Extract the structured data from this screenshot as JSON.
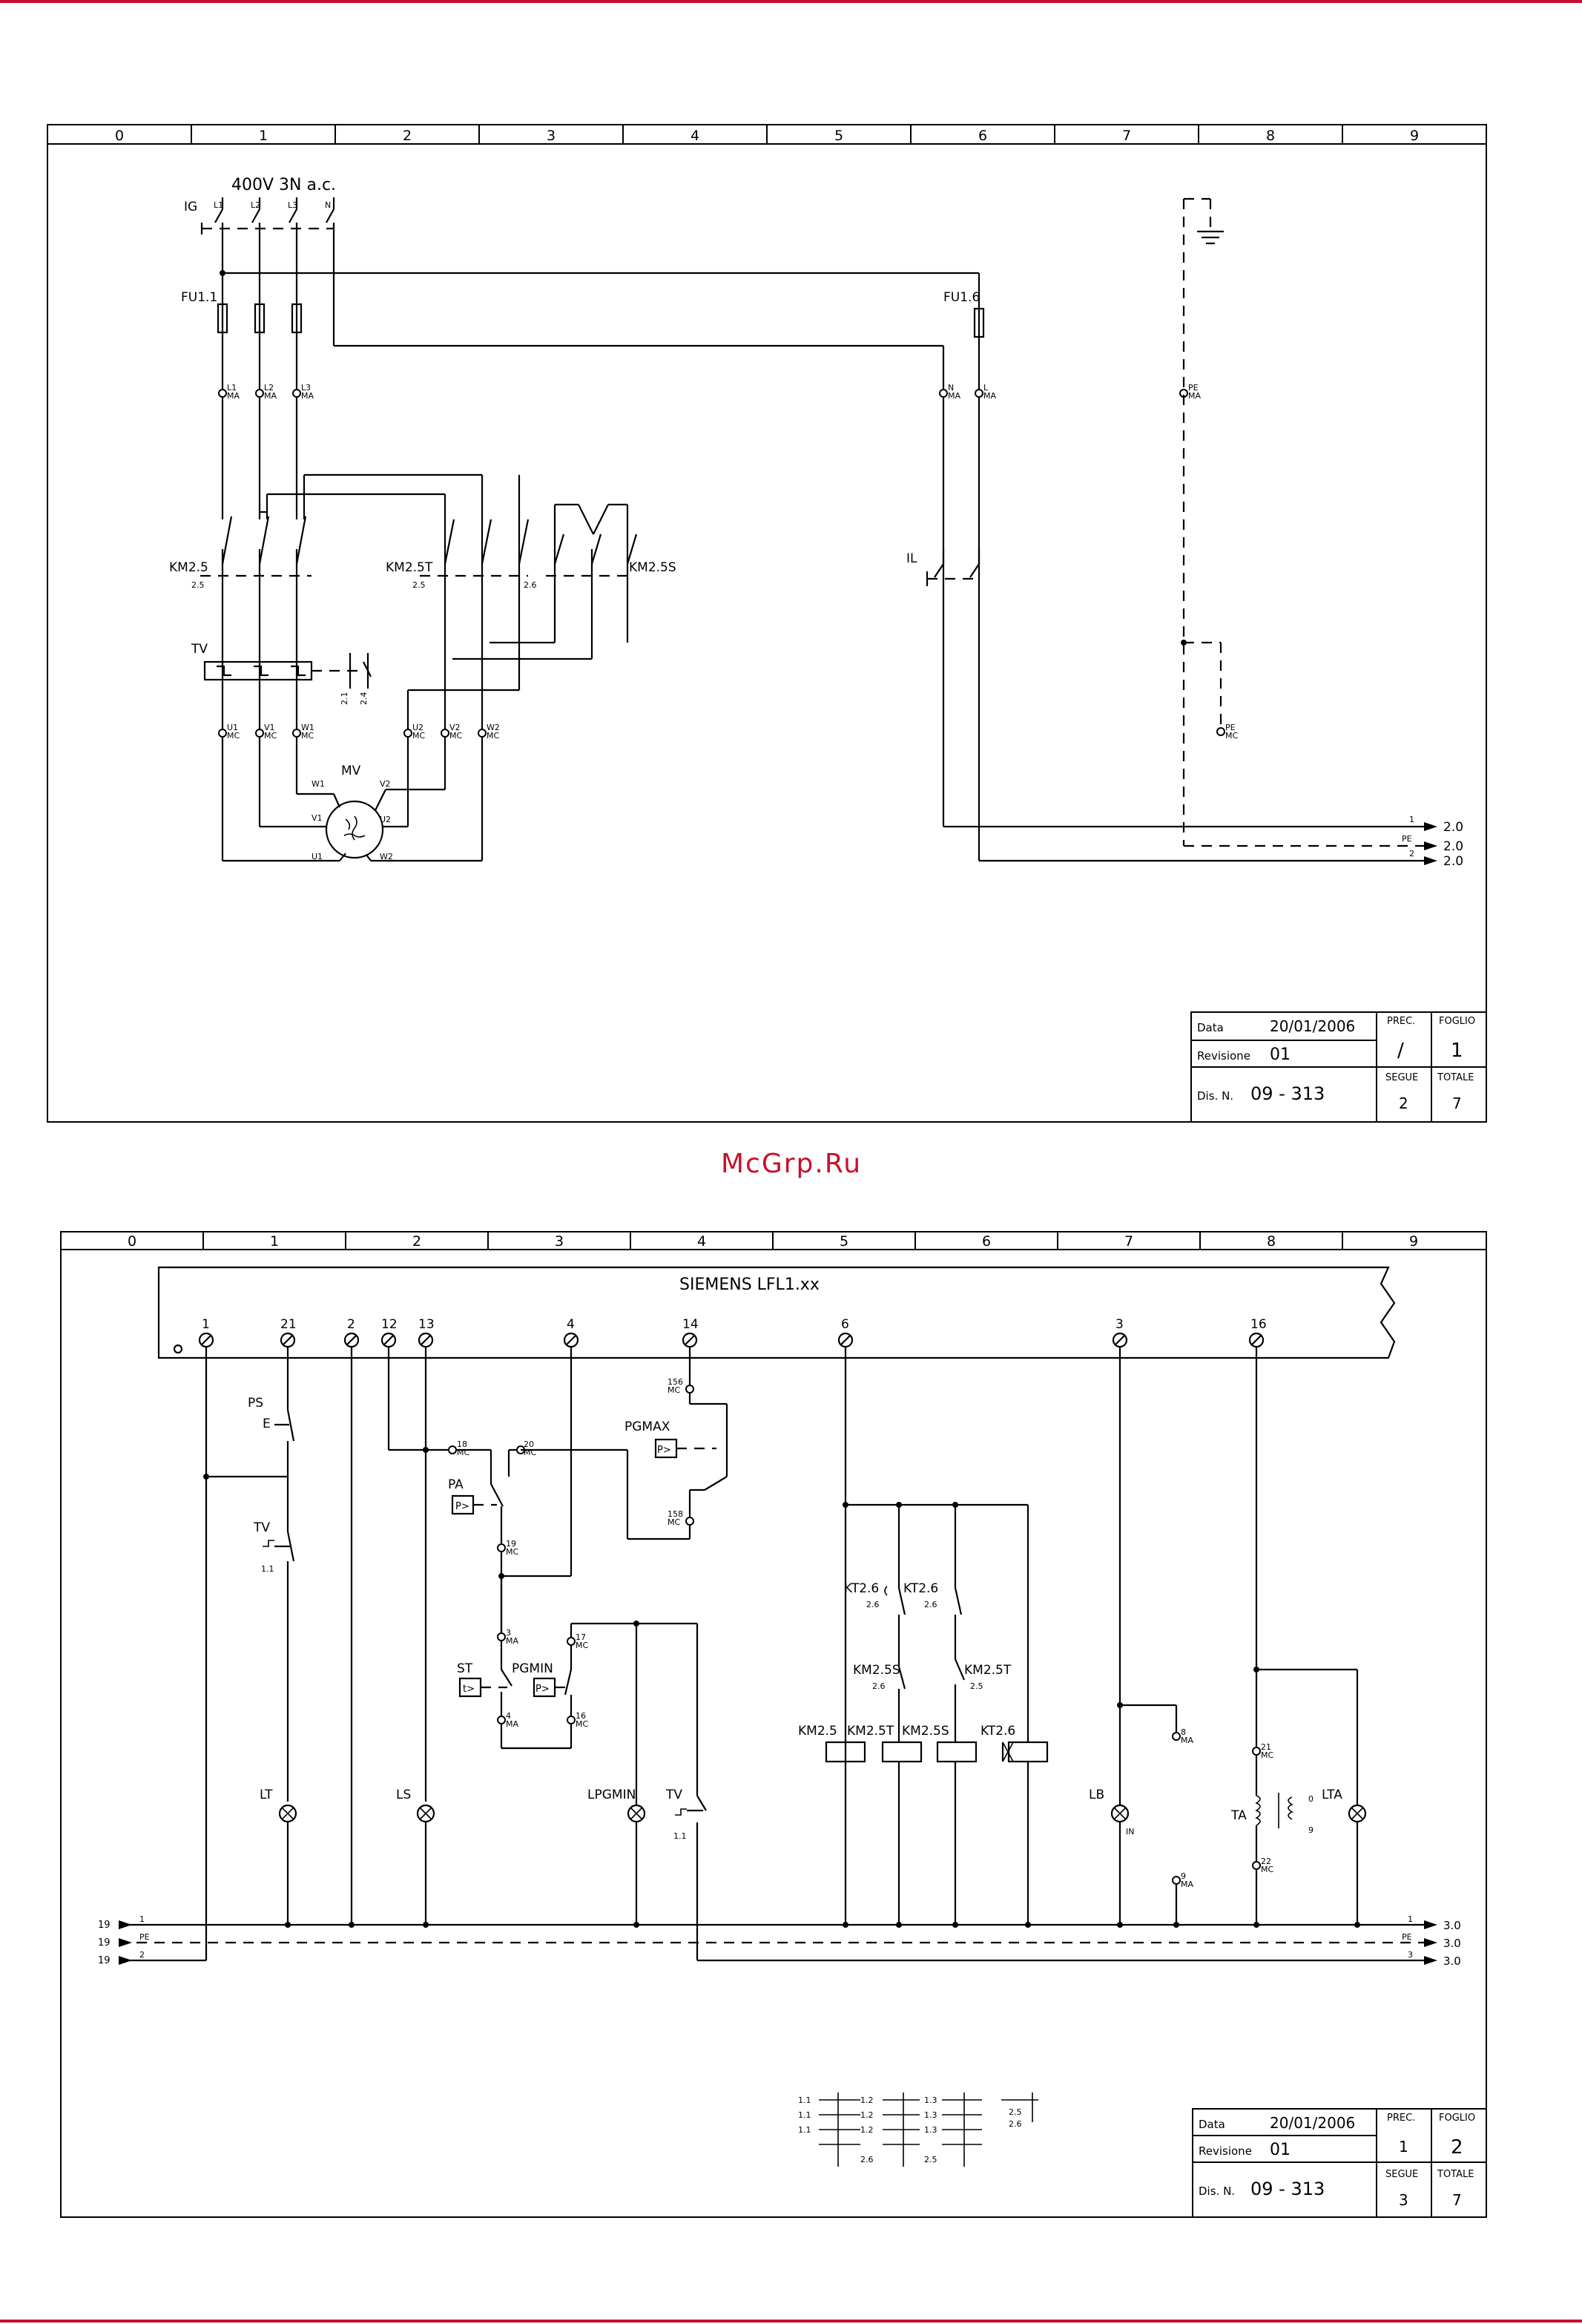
{
  "watermark": "McGrp.Ru",
  "accent_color": "#c8102e",
  "zones": [
    "0",
    "1",
    "2",
    "3",
    "4",
    "5",
    "6",
    "7",
    "8",
    "9"
  ],
  "sheet1": {
    "supply": "400V 3N a.c.",
    "main_switch": "IG",
    "switch_phases": [
      "L1",
      "L2",
      "L3",
      "N"
    ],
    "fuse_main": "FU1.1",
    "fuse_aux": "FU1.6",
    "terminals_ma": [
      "L1\nMA",
      "L2\nMA",
      "L3\nMA",
      "N\nMA",
      "L\nMA",
      "PE\nMA"
    ],
    "contactor_star": "KM2.5",
    "contactor_delta": "KM2.5T",
    "contactor_s": "KM2.5S",
    "ref_25a": "2.5",
    "ref_25b": "2.5",
    "ref_26": "2.6",
    "thermal": "TV",
    "thermal_refs": [
      "2.1",
      "2.4"
    ],
    "switch_il": "IL",
    "motor": "MV",
    "motor_terms": [
      "U1\nMC",
      "V1\nMC",
      "W1\nMC",
      "U2\nMC",
      "V2\nMC",
      "W2\nMC"
    ],
    "winding": [
      "W1",
      "V2",
      "V1",
      "U2",
      "U1",
      "W2"
    ],
    "pe_mc": "PE\nMC",
    "outputs": [
      {
        "wire": "1",
        "to": "2.0"
      },
      {
        "wire": "PE",
        "to": "2.0"
      },
      {
        "wire": "2",
        "to": "2.0"
      }
    ],
    "titleblock": {
      "data_label": "Data",
      "data": "20/01/2006",
      "rev_label": "Revisione",
      "rev": "01",
      "dis_label": "Dis. N.",
      "dis": "09 - 313",
      "prec_label": "PREC.",
      "prec": "/",
      "foglio_label": "FOGLIO",
      "foglio": "1",
      "segue_label": "SEGUE",
      "segue": "2",
      "totale_label": "TOTALE",
      "totale": "7"
    }
  },
  "sheet2": {
    "device": "SIEMENS LFL1.xx",
    "device_terminals": [
      "1",
      "21",
      "2",
      "12",
      "13",
      "4",
      "14",
      "6",
      "3",
      "16"
    ],
    "components": {
      "ps": "PS",
      "ps_e": "E",
      "tv": "TV",
      "tv_ref": "1.1",
      "lt": "LT",
      "ls": "LS",
      "pa": "PA",
      "pa_sym": "P>",
      "st": "ST",
      "st_sym": "t>",
      "pgmin": "PGMIN",
      "pgmin_sym": "P>",
      "pgmax": "PGMAX",
      "pgmax_sym": "P>",
      "lpgmin": "LPGMIN",
      "tv2": "TV",
      "tv2_ref": "1.1",
      "kt26a": "KT2.6",
      "kt26b": "KT2.6",
      "ref26a": "2.6",
      "ref26b": "2.6",
      "km25s": "KM2.5S",
      "km25t": "KM2.5T",
      "ref26c": "2.6",
      "ref25": "2.5",
      "coils": [
        "KM2.5",
        "KM2.5T",
        "KM2.5S",
        "KT2.6"
      ],
      "lb": "LB",
      "lb_in": "IN",
      "ta": "TA",
      "lta": "LTA"
    },
    "terminal_tags": {
      "t18": "18\nMC",
      "t20": "20\nMC",
      "t19": "19\nMC",
      "t3": "3\nMA",
      "t4": "4\nMA",
      "t17": "17\nMC",
      "t16": "16\nMC",
      "t156": "156\nMC",
      "t158": "158\nMC",
      "t8": "8\nMA",
      "t9": "9\nMA",
      "t21": "21\nMC",
      "t22": "22\nMC",
      "ta_a": "0",
      "ta_b": "9"
    },
    "inputs": [
      {
        "from": "19",
        "wire": "1"
      },
      {
        "from": "19",
        "wire": "PE"
      },
      {
        "from": "19",
        "wire": "2"
      }
    ],
    "outputs": [
      {
        "wire": "1",
        "to": "3.0"
      },
      {
        "wire": "PE",
        "to": "3.0"
      },
      {
        "wire": "3",
        "to": "3.0"
      }
    ],
    "contact_table": [
      [
        "1.1",
        "1.2",
        "1.3",
        "2.5"
      ],
      [
        "1.1",
        "1.2",
        "1.3",
        "2.6"
      ],
      [
        "1.1",
        "1.2",
        "1.3",
        ""
      ],
      [
        "",
        "2.6",
        "2.5",
        ""
      ]
    ],
    "titleblock": {
      "data_label": "Data",
      "data": "20/01/2006",
      "rev_label": "Revisione",
      "rev": "01",
      "dis_label": "Dis. N.",
      "dis": "09 - 313",
      "prec_label": "PREC.",
      "prec": "1",
      "foglio_label": "FOGLIO",
      "foglio": "2",
      "segue_label": "SEGUE",
      "segue": "3",
      "totale_label": "TOTALE",
      "totale": "7"
    }
  }
}
